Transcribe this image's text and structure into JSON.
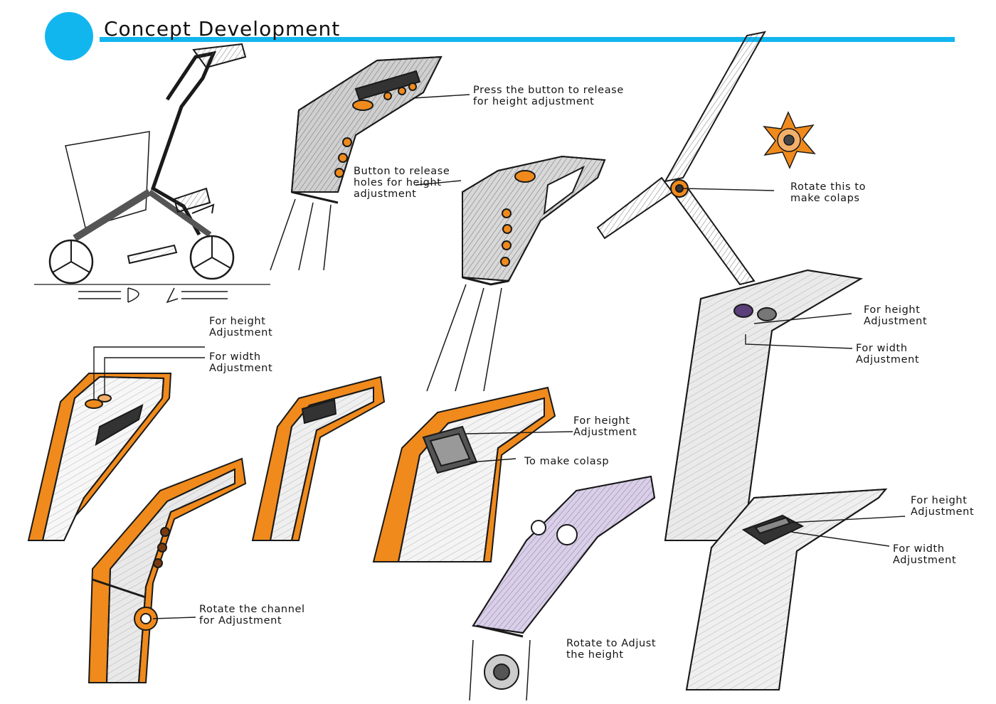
{
  "header": {
    "title": "Concept Development",
    "accent_color": "#12b6ef"
  },
  "palette": {
    "orange": "#f08a1c",
    "purple": "#5a3f7a",
    "ink": "#1a1a1a",
    "grey": "#8a8a8a"
  },
  "annotations": {
    "press_button": "Press the button to release\nfor height adjustment",
    "button_holes": "Button to release\nholes for height\nadjustment",
    "rotate_collapse": "Rotate this to\nmake colaps",
    "orange_height": "For height\nAdjustment",
    "orange_width": "For width\nAdjustment",
    "grey_height": "For height\nAdjustment",
    "grey_width": "For width\nAdjustment",
    "colasp_height": "For height\nAdjustment",
    "make_colasp": "To make colasp",
    "rotate_channel": "Rotate the channel\nfor Adjustment",
    "rotate_height": "Rotate to Adjust\nthe height",
    "slider_height": "For height\nAdjustment",
    "slider_width": "For width\nAdjustment"
  }
}
